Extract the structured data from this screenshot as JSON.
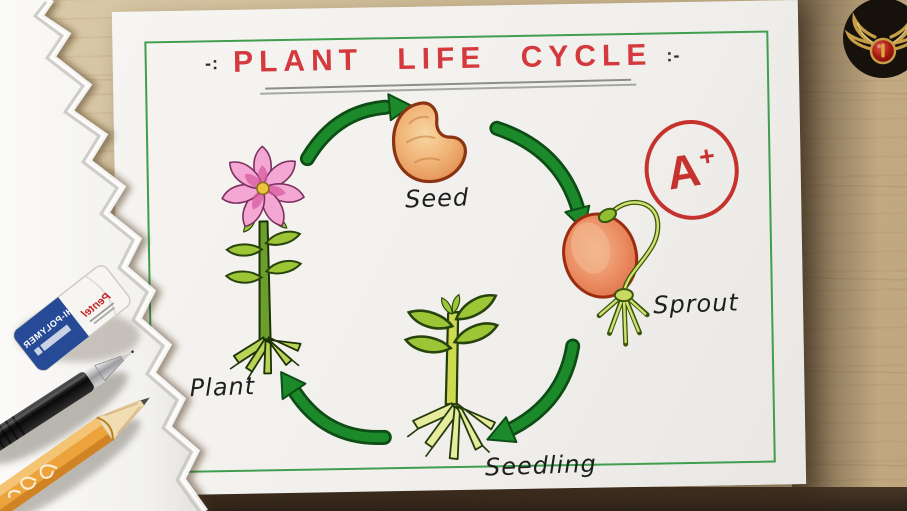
{
  "diagram": {
    "title": "PLANT LIFE CYCLE",
    "decor_left": "-:",
    "decor_right": ":-",
    "stages": [
      {
        "id": "seed",
        "label": "Seed"
      },
      {
        "id": "sprout",
        "label": "Sprout"
      },
      {
        "id": "seedling",
        "label": "Seedling"
      },
      {
        "id": "plant",
        "label": "Plant"
      }
    ],
    "cycle_order": [
      "Plant",
      "Seed",
      "Sprout",
      "Seedling"
    ],
    "grade": {
      "letter": "A",
      "plus": "+"
    }
  },
  "stationery": {
    "eraser": {
      "product": "HI-POLYMER",
      "brand": "Pentel"
    }
  },
  "colors": {
    "title_red": "#d4393e",
    "border_green": "#3f9e4f",
    "arrow_green": "#1c8a2a",
    "petal_pink": "#f3a7d2",
    "seed_orange": "#eb9a5f",
    "grade_red": "#c6332e",
    "wood_tan": "#ccb893"
  }
}
